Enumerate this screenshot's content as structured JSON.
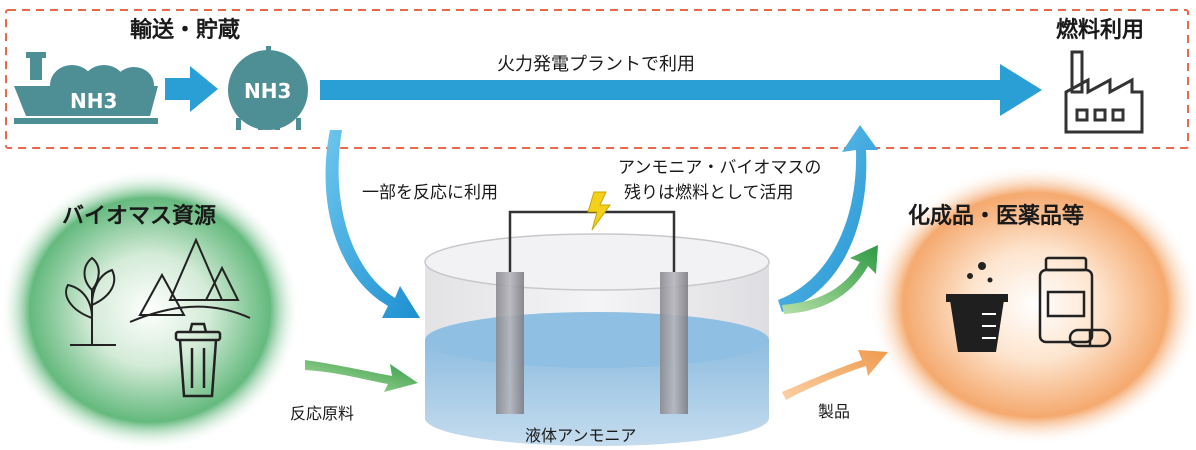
{
  "top_band": {
    "transport_label": "輸送・貯蔵",
    "fuel_use_label": "燃料利用",
    "power_plant_label": "火力発電プラントで利用",
    "ship_formula": "NH3",
    "tank_formula": "NH3"
  },
  "left": {
    "biomass_title": "バイオマス資源",
    "feedstock_label": "反応原料"
  },
  "center": {
    "partial_use_label": "一部を反応に利用",
    "residue_line1": "アンモニア・バイオマスの",
    "residue_line2": "残りは燃料として活用",
    "vessel_label": "液体アンモニア"
  },
  "right": {
    "products_title": "化成品・医薬品等",
    "product_label": "製品"
  },
  "colors": {
    "dashed_border": "#e8694a",
    "blue_arrow": "#2a9fd6",
    "teal_icons": "#4e8f96",
    "green_arrow": "#3aa04a",
    "orange_arrow": "#f0a050",
    "green_glow": "#3aa860",
    "orange_glow": "#f5a060",
    "liquid": "#a9cbe6"
  },
  "icons": [
    "ship-icon",
    "spherical-tank-icon",
    "factory-icon",
    "plant-icon",
    "forest-icon",
    "trash-can-icon",
    "beaker-icon",
    "medicine-bottle-icon",
    "capsule-icon",
    "lightning-icon"
  ]
}
